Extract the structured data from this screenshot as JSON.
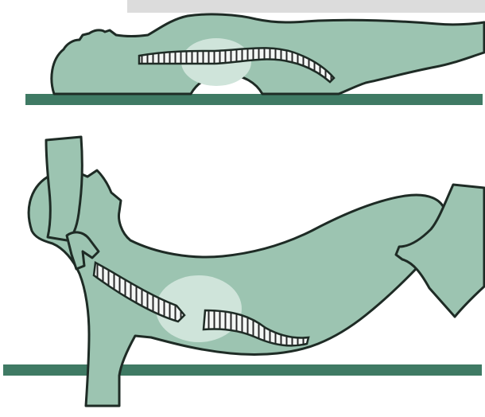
{
  "figure": {
    "panels": [
      {
        "id": "top",
        "pose": "lying-supine-flat"
      },
      {
        "id": "bottom",
        "pose": "supported-arched-back"
      }
    ]
  },
  "colors": {
    "body_fill": "#9cc4b1",
    "body_outline": "#1e2b25",
    "table_bar": "#3f7a64",
    "highlight": "#cfe4da",
    "vertebra_fill": "#f4f7f5",
    "vertebra_lines": "#2a2a2a",
    "background": "#ffffff",
    "top_band": "#dcdcdc"
  }
}
